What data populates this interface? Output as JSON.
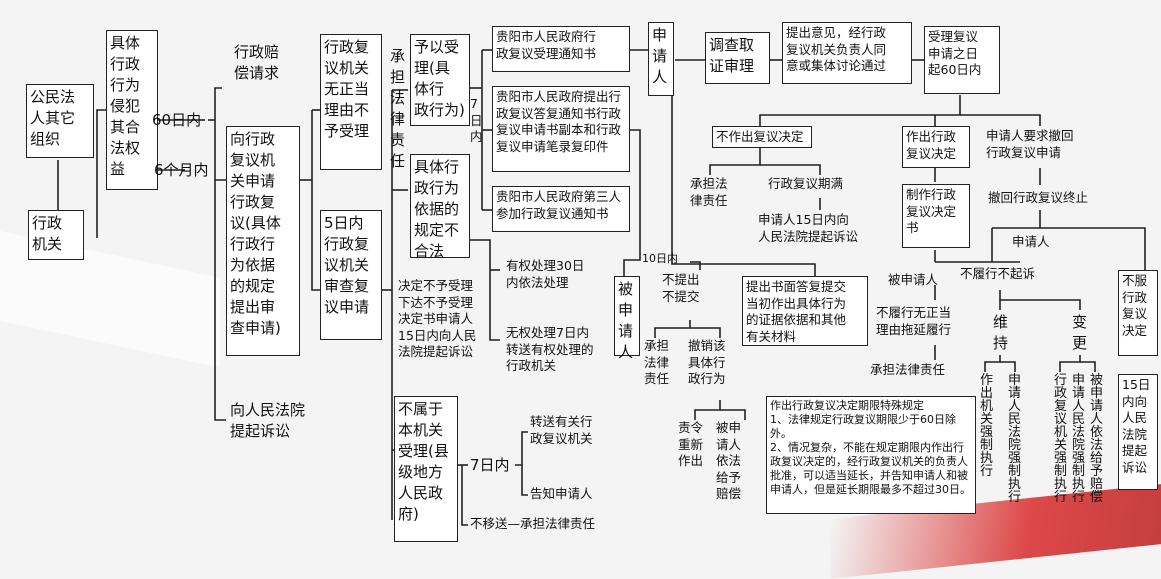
{
  "nodes": {
    "citizen": "公民法\n人其它\n组织",
    "agency": "行政\n机关",
    "infringe": "具体\n行政\n行为\n侵犯\n其合\n法权\n益",
    "d60": "60日内",
    "m6": "6个月内",
    "compensation": "行政赔\n偿请求",
    "apply_review": "向行政\n复议机\n关申请\n行政复\n议(具体\n行政行\n为依据\n的规定\n提出审\n查申请)",
    "court_direct": "向人民法院\n提起诉讼",
    "no_accept": "行政复\n议机关\n无正当\n理由不\n予受理",
    "liability_v": "承\n担\n法\n律\n责\n任",
    "review5": "5日内\n行政复\n议机关\n审查复\n议申请",
    "accept": "予以受\n理(具\n体行\n政行为)",
    "d7": "7\n日\n内",
    "basis_illegal": "具体行\n政行为\n依据的\n规定不\n合法",
    "notice1": "贵阳市人民政府行\n政复议受理通知书",
    "notice2": "贵阳市人民政府提出行\n政复议答复通知书行政\n复议申请书副本和行政\n复议申请笔录复印件",
    "notice3": "贵阳市人民政府第三人\n参加行政复议通知书",
    "power30": "有权处理30日\n内依法处理",
    "nopower7": "无权处理7日内\n转送有权处理的\n行政机关",
    "reject": "决定不予受理\n下达不予受理\n决定书申请人\n15日内向人民\n法院提起诉讼",
    "not_belong": "不属于\n本机关\n受理(县\n级地方\n人民政\n府)",
    "d7b": "7日内",
    "transfer": "转送有关行\n政复议机关",
    "notify": "告知申请人",
    "not_transfer": "不移送—承担法律责任",
    "applicant": "申\n请\n人",
    "respondent": "被\n申\n请\n人",
    "investigate": "调查取\n证审理",
    "opinion": "提出意见，经行政\n复议机关负责人同\n意或集体讨论通过",
    "accept60": "受理复议\n申请之日\n起60日内",
    "d10": "10日内",
    "no_submit": "不提出\n不提交",
    "submit": "提出书面答复提交\n当初作出具体行为\n的证据依据和其他\n有关材料",
    "liability3": "承担\n法律\n责任",
    "revoke": "撤销该\n具体行\n政行为",
    "order_redo": "责令\n重新\n作出",
    "req_comp": "被申\n请人\n依法\n给予\n赔偿",
    "no_decision": "不作出复议决定",
    "liability_nd": "承担法\n律责任",
    "expire": "行政复议期满",
    "sue15": "申请人15日内向\n人民法院提起诉讼",
    "make_decision": "作出行政\n复议决定",
    "draft_decision": "制作行政\n复议决定\n书",
    "withdraw_req": "申请人要求撤回\n行政复议申请",
    "withdraw_end": "撤回行政复议终止",
    "applicant2": "申请人",
    "respondent2": "被申请人",
    "no_perform": "不履行不起诉",
    "no_reason": "不履行无正当\n理由拖延履行",
    "liability_bottom": "承担法律责任",
    "maintain": "维\n持",
    "change": "变\n更",
    "v_enforce1": "作出机关强制执行",
    "v_court1": "申请人民法院强制执行",
    "v_review_enf": "行政复议机关强制执行",
    "v_court2": "申请人民法院强制执行",
    "v_comp": "被申请人依法给予赔偿",
    "not_accept_decision": "不服\n行政\n复议\n决定",
    "sue15b": "15日\n内向\n人民\n法院\n提起\n诉讼",
    "special": "作出行政复议决定期限特殊规定\n1、法律规定行政复议期限少于60日除外。\n2、情况复杂，不能在规定期限内作出行\n政复议决定的，经行政复议机关的负责人\n批准，可以适当延长，并告知申请人和被\n申请人，但是延长期限最多不超过30日。"
  }
}
